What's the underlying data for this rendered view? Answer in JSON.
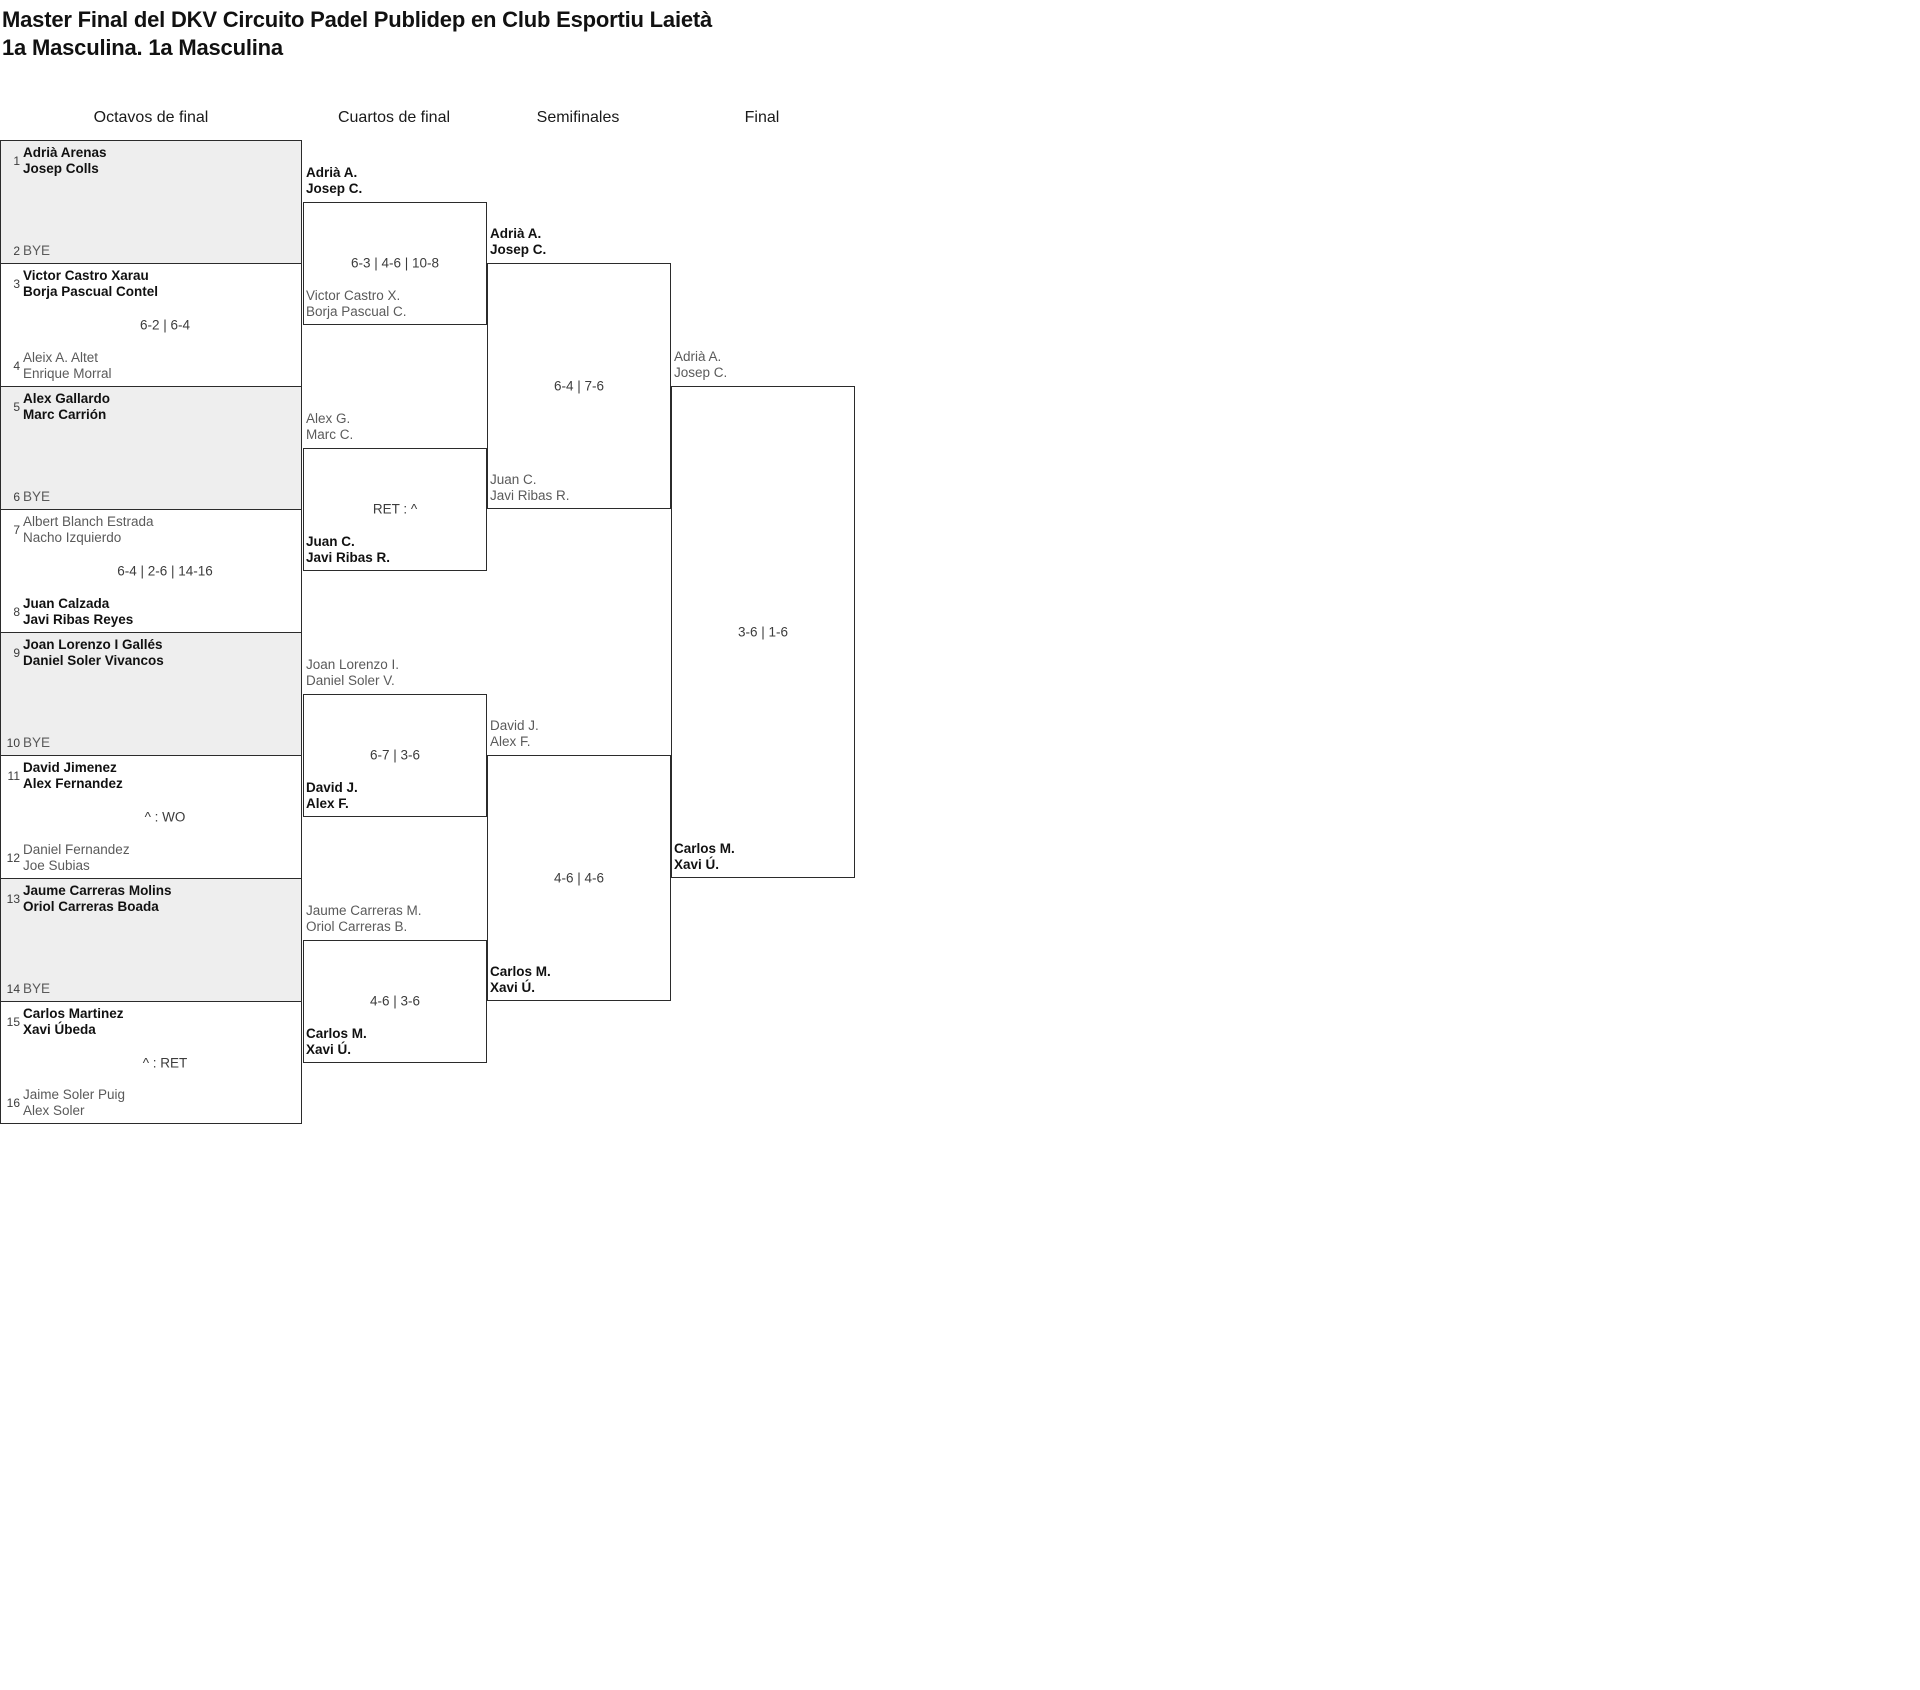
{
  "title": {
    "line1": "Master Final del DKV Circuito Padel Publidep en Club Esportiu Laietà",
    "line2": "1a Masculina. 1a Masculina"
  },
  "rounds": [
    {
      "name": "Octavos de final"
    },
    {
      "name": "Cuartos de final"
    },
    {
      "name": "Semifinales"
    },
    {
      "name": "Final"
    }
  ],
  "round1": {
    "matches": [
      {
        "shaded": true,
        "score": "",
        "top": {
          "seed": "1",
          "p1": "Adrià Arenas",
          "p2": "Josep Colls",
          "state": "winner"
        },
        "bottom": {
          "seed": "2",
          "p1": "BYE",
          "p2": "",
          "state": "bye"
        }
      },
      {
        "shaded": false,
        "score": "6-2 | 6-4",
        "top": {
          "seed": "3",
          "p1": "Victor Castro Xarau",
          "p2": "Borja Pascual Contel",
          "state": "winner"
        },
        "bottom": {
          "seed": "4",
          "p1": "Aleix A. Altet",
          "p2": "Enrique Morral",
          "state": "loser"
        }
      },
      {
        "shaded": true,
        "score": "",
        "top": {
          "seed": "5",
          "p1": "Alex Gallardo",
          "p2": "Marc Carrión",
          "state": "winner"
        },
        "bottom": {
          "seed": "6",
          "p1": "BYE",
          "p2": "",
          "state": "bye"
        }
      },
      {
        "shaded": false,
        "score": "6-4 | 2-6 | 14-16",
        "top": {
          "seed": "7",
          "p1": "Albert Blanch Estrada",
          "p2": "Nacho Izquierdo",
          "state": "loser"
        },
        "bottom": {
          "seed": "8",
          "p1": "Juan Calzada",
          "p2": "Javi Ribas Reyes",
          "state": "winner"
        }
      },
      {
        "shaded": true,
        "score": "",
        "top": {
          "seed": "9",
          "p1": "Joan Lorenzo I Gallés",
          "p2": "Daniel Soler Vivancos",
          "state": "winner"
        },
        "bottom": {
          "seed": "10",
          "p1": "BYE",
          "p2": "",
          "state": "bye"
        }
      },
      {
        "shaded": false,
        "score": "^ : WO",
        "top": {
          "seed": "11",
          "p1": "David Jimenez",
          "p2": "Alex Fernandez",
          "state": "winner"
        },
        "bottom": {
          "seed": "12",
          "p1": "Daniel Fernandez",
          "p2": "Joe Subias",
          "state": "loser"
        }
      },
      {
        "shaded": true,
        "score": "",
        "top": {
          "seed": "13",
          "p1": "Jaume Carreras Molins",
          "p2": "Oriol Carreras Boada",
          "state": "winner"
        },
        "bottom": {
          "seed": "14",
          "p1": "BYE",
          "p2": "",
          "state": "bye"
        }
      },
      {
        "shaded": false,
        "score": "^ : RET",
        "top": {
          "seed": "15",
          "p1": "Carlos Martinez",
          "p2": "Xavi Úbeda",
          "state": "winner"
        },
        "bottom": {
          "seed": "16",
          "p1": "Jaime Soler Puig",
          "p2": "Alex Soler",
          "state": "loser"
        }
      }
    ]
  },
  "round2": {
    "matches": [
      {
        "score": "6-3 | 4-6 | 10-8",
        "top": {
          "p1": "Adrià A.",
          "p2": "Josep C.",
          "state": "winner"
        },
        "bottom": {
          "p1": "Victor Castro X.",
          "p2": "Borja Pascual C.",
          "state": "loser"
        }
      },
      {
        "score": "RET : ^",
        "top": {
          "p1": "Alex G.",
          "p2": "Marc C.",
          "state": "loser"
        },
        "bottom": {
          "p1": "Juan C.",
          "p2": "Javi Ribas R.",
          "state": "winner"
        }
      },
      {
        "score": "6-7 | 3-6",
        "top": {
          "p1": "Joan Lorenzo I.",
          "p2": "Daniel Soler V.",
          "state": "loser"
        },
        "bottom": {
          "p1": "David J.",
          "p2": "Alex F.",
          "state": "winner"
        }
      },
      {
        "score": "4-6 | 3-6",
        "top": {
          "p1": "Jaume Carreras M.",
          "p2": "Oriol Carreras B.",
          "state": "loser"
        },
        "bottom": {
          "p1": "Carlos M.",
          "p2": "Xavi Ú.",
          "state": "winner"
        }
      }
    ]
  },
  "round3": {
    "matches": [
      {
        "score": "6-4 | 7-6",
        "top": {
          "p1": "Adrià A.",
          "p2": "Josep C.",
          "state": "winner"
        },
        "bottom": {
          "p1": "Juan C.",
          "p2": "Javi Ribas R.",
          "state": "loser"
        }
      },
      {
        "score": "4-6 | 4-6",
        "top": {
          "p1": "David J.",
          "p2": "Alex F.",
          "state": "loser"
        },
        "bottom": {
          "p1": "Carlos M.",
          "p2": "Xavi Ú.",
          "state": "winner"
        }
      }
    ]
  },
  "round4": {
    "matches": [
      {
        "score": "3-6 | 1-6",
        "top": {
          "p1": "Adrià A.",
          "p2": "Josep C.",
          "state": "loser"
        },
        "bottom": {
          "p1": "Carlos M.",
          "p2": "Xavi Ú.",
          "state": "winner"
        }
      }
    ]
  }
}
